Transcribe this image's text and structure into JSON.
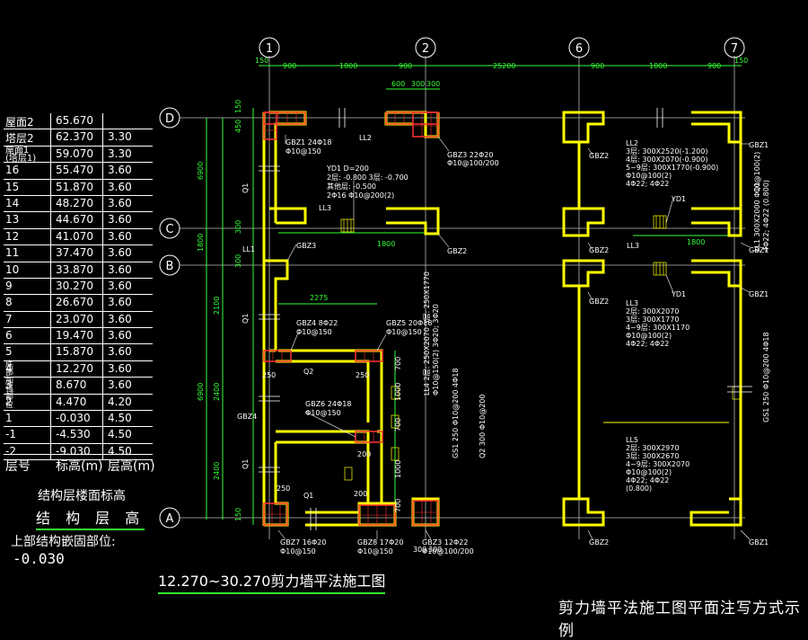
{
  "floor_table": {
    "rows": [
      [
        "屋面2",
        "65.670",
        ""
      ],
      [
        "塔层2",
        "62.370",
        "3.30"
      ],
      [
        "屋面1\n(塔层1)",
        "59.070",
        "3.30"
      ],
      [
        "16",
        "55.470",
        "3.60"
      ],
      [
        "15",
        "51.870",
        "3.60"
      ],
      [
        "14",
        "48.270",
        "3.60"
      ],
      [
        "13",
        "44.670",
        "3.60"
      ],
      [
        "12",
        "41.070",
        "3.60"
      ],
      [
        "11",
        "37.470",
        "3.60"
      ],
      [
        "10",
        "33.870",
        "3.60"
      ],
      [
        "9",
        "30.270",
        "3.60"
      ],
      [
        "8",
        "26.670",
        "3.60"
      ],
      [
        "7",
        "23.070",
        "3.60"
      ],
      [
        "6",
        "19.470",
        "3.60"
      ],
      [
        "5",
        "15.870",
        "3.60"
      ],
      [
        "4",
        "12.270",
        "3.60"
      ],
      [
        "3",
        "8.670",
        "3.60"
      ],
      [
        "2",
        "4.470",
        "4.20"
      ],
      [
        "1",
        "-0.030",
        "4.50"
      ],
      [
        "-1",
        "-4.530",
        "4.50"
      ],
      [
        "-2",
        "-9.030",
        "4.50"
      ]
    ],
    "header": [
      "层号",
      "标高(m)",
      "层高(m)"
    ],
    "embedment_label": "底部加强部位"
  },
  "captions": {
    "structure_elevation": "结构层楼面标高",
    "structure_floor": "结 构 层 高",
    "embed_label": "上部结构嵌固部位:",
    "embed_value": "-0.030"
  },
  "plan_title": "12.270~30.270剪力墙平法施工图",
  "main_title": "剪力墙平法施工图平面注写方式示例",
  "axes": {
    "vertical": [
      "1",
      "2",
      "6",
      "7"
    ],
    "horizontal": [
      "D",
      "C",
      "B",
      "A"
    ]
  },
  "dims": {
    "top_left": [
      "150",
      "900",
      "1800",
      "900",
      "25200"
    ],
    "top_right": [
      "900",
      "1800",
      "900",
      "150"
    ],
    "top_sub": [
      "600",
      "300",
      "300"
    ],
    "left": [
      "6900",
      "1800",
      "2100",
      "6900",
      "2400",
      "2400"
    ],
    "left_small": [
      "150",
      "450",
      "300",
      "300",
      "150"
    ],
    "mid": [
      "1800",
      "2275",
      "1800"
    ]
  },
  "labels": {
    "gbz1_l": "GBZ1  24Φ18",
    "gbz1_l2": "Φ10@150",
    "gbz3_t": "GBZ3  22Φ20",
    "gbz3_t2": "Φ10@100/200",
    "ll2": "LL2",
    "yd1_1": "YD1  D=200",
    "yd1_2": "2层: -0.800 3层: -0.700",
    "yd1_3": "其他层: -0.500",
    "yd1_4": "2Φ16  Φ10@200(2)",
    "ll3": "LL3",
    "gbz2": "GBZ2",
    "gbz3": "GBZ3",
    "ll1": "LL1",
    "q1": "Q1",
    "q2": "Q2",
    "gbz4_l": "GBZ4  8Φ22",
    "gbz4_l2": "Φ10@150",
    "gbz5_l": "GBZ5  20Φ18",
    "gbz5_l2": "Φ10@150",
    "gbz6_l": "GBZ6  24Φ18",
    "gbz6_l2": "Φ10@150",
    "gbz4": "GBZ4",
    "gbz7_b": "GBZ7  16Φ20",
    "gbz7_b2": "Φ10@150",
    "gbz8_b": "GBZ8  17Φ20",
    "gbz8_b2": "Φ10@150",
    "gbz3_b": "GBZ3  12Φ22",
    "gbz3_b2": "Φ10@100/200",
    "gbz1": "GBZ1",
    "yd1": "YD1",
    "ll2_r": "LL2",
    "ll2_r1": "3层: 300X2520(-1.200)",
    "ll2_r2": "4层: 300X2070(-0.900)",
    "ll2_r3": "5~9层: 300X1770(-0.900)",
    "ll2_r4": "Φ10@100(2)",
    "ll2_r5": "4Φ22; 4Φ22",
    "ll3_r": "LL3",
    "ll3_r1": "2层: 300X2070",
    "ll3_r2": "3层: 300X1770",
    "ll3_r3": "4~9层: 300X1170",
    "ll3_r4": "Φ10@100(2)",
    "ll3_r5": "4Φ22; 4Φ22",
    "ll5_r": "LL5",
    "ll5_r1": "2层: 300X2970",
    "ll5_r2": "3层: 300X2670",
    "ll5_r3": "4~9层: 300X2070",
    "ll5_r4": "Φ10@100(2)",
    "ll5_r5": "4Φ22; 4Φ22",
    "ll5_r6": "(0.800)",
    "ll1_r": "LL1  300X2000  Φ10@100(2)",
    "ll1_r2": "4Φ22; 4Φ22  (0.800)",
    "q1_r": "Q1",
    "ll4_v": "LL4  2层: 250X2070  3层: 250X1770",
    "ll4_v2": "Φ10@150(2)  3Φ20; 3Φ20",
    "gs1_v": "GS1  250  Φ10@200  4Φ18",
    "gs2_v": "Q2  300  Φ10@200",
    "mid_dims": [
      "700",
      "1000",
      "700",
      "1000",
      "700"
    ],
    "small": [
      "250",
      "250",
      "200",
      "200",
      "250",
      "300",
      "300",
      "300",
      "300"
    ]
  },
  "colors": {
    "wall": "#ffff00",
    "column": "#ff2a2a",
    "grid": "#ffffff",
    "dimension": "#33ff33",
    "text": "#ffffff"
  }
}
